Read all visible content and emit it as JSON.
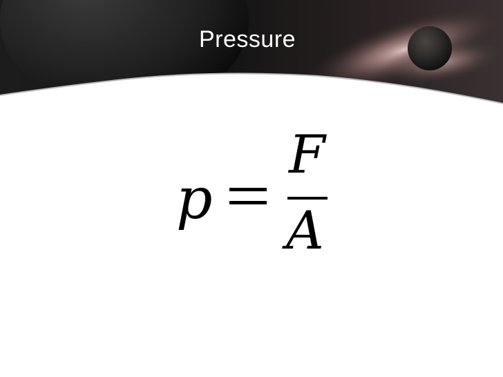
{
  "slide": {
    "title": "Pressure"
  },
  "formula": {
    "lhs": "p",
    "equals": "=",
    "numerator": "F",
    "denominator": "A"
  },
  "colors": {
    "banner_dark": "#161616",
    "glow": "#caa7a4",
    "title_text": "#ffffff",
    "formula_text": "#000000",
    "background": "#ffffff"
  },
  "icons": {
    "banner_art": "space-planet-illustration",
    "small_planet": "planet-icon"
  }
}
